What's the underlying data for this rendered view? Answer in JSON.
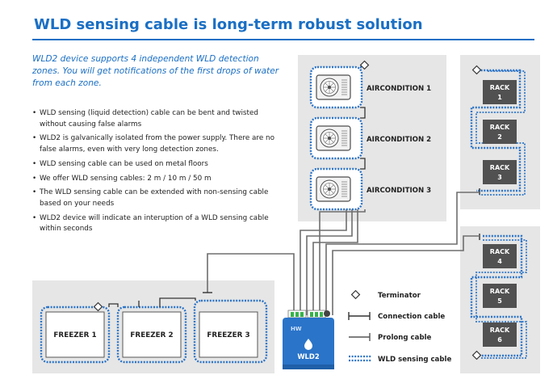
{
  "title": "WLD sensing cable is long-term robust solution",
  "intro": "WLD2 device supports 4 independent WLD detection zones. You will get notifications of the first drops of water from each zone.",
  "bullets": [
    "WLD sensing (liquid detection) cable can be bent and twisted without causing false alarms",
    "WLD2 is galvanically isolated from the power supply. There are no false alarms, even with very long detection zones.",
    "WLD sensing cable can be used on metal floors",
    "We offer WLD sensing cables: 2 m / 10 m / 50 m",
    "The WLD sensing cable can be extended with non-sensing cable based on your needs",
    "WLD2 device will indicate an interuption of a WLD sensing cable within seconds"
  ],
  "airconditions": [
    "AIRCONDITION 1",
    "AIRCONDITION 2",
    "AIRCONDITION 3"
  ],
  "racks": [
    {
      "word": "RACK",
      "num": "1"
    },
    {
      "word": "RACK",
      "num": "2"
    },
    {
      "word": "RACK",
      "num": "3"
    },
    {
      "word": "RACK",
      "num": "4"
    },
    {
      "word": "RACK",
      "num": "5"
    },
    {
      "word": "RACK",
      "num": "6"
    }
  ],
  "freezers": [
    "FREEZER 1",
    "FREEZER 2",
    "FREEZER 3"
  ],
  "device": {
    "brand": "HW",
    "name": "WLD2"
  },
  "legend": {
    "terminator": "Terminator",
    "connection": "Connection cable",
    "prolong": "Prolong cable",
    "sensing": "WLD sensing cable"
  },
  "colors": {
    "accent": "#1a6fc4",
    "panel": "#e6e6e6",
    "box": "#515151",
    "device": "#2a74c9"
  }
}
